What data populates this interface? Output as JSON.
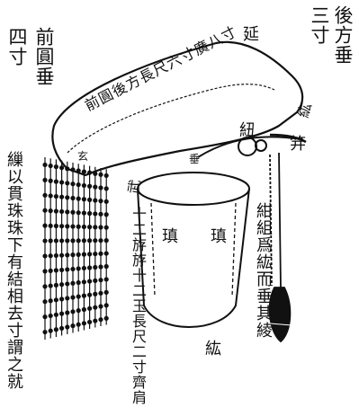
{
  "labels": {
    "hou_fang_chui": "後方垂",
    "san_cun": "三寸",
    "qian_yuan_chui": "前圓垂",
    "si_cun": "四寸",
    "yan": "延",
    "yan_text": "前圓後方長尺六寸廣八寸",
    "niu": "紐",
    "ji": "笄",
    "wu": "武",
    "tian": "瑱",
    "zhen": "瑱",
    "hong": "紘",
    "hong_side": "紘",
    "tong": "玄",
    "shui": "垂",
    "right_note": "紺組爲紘而垂其綾",
    "middle_note": "十二斿斿十二玉長尺二寸齊肩",
    "left_note": "繅以貫珠珠下有結相去寸謂之就"
  }
}
